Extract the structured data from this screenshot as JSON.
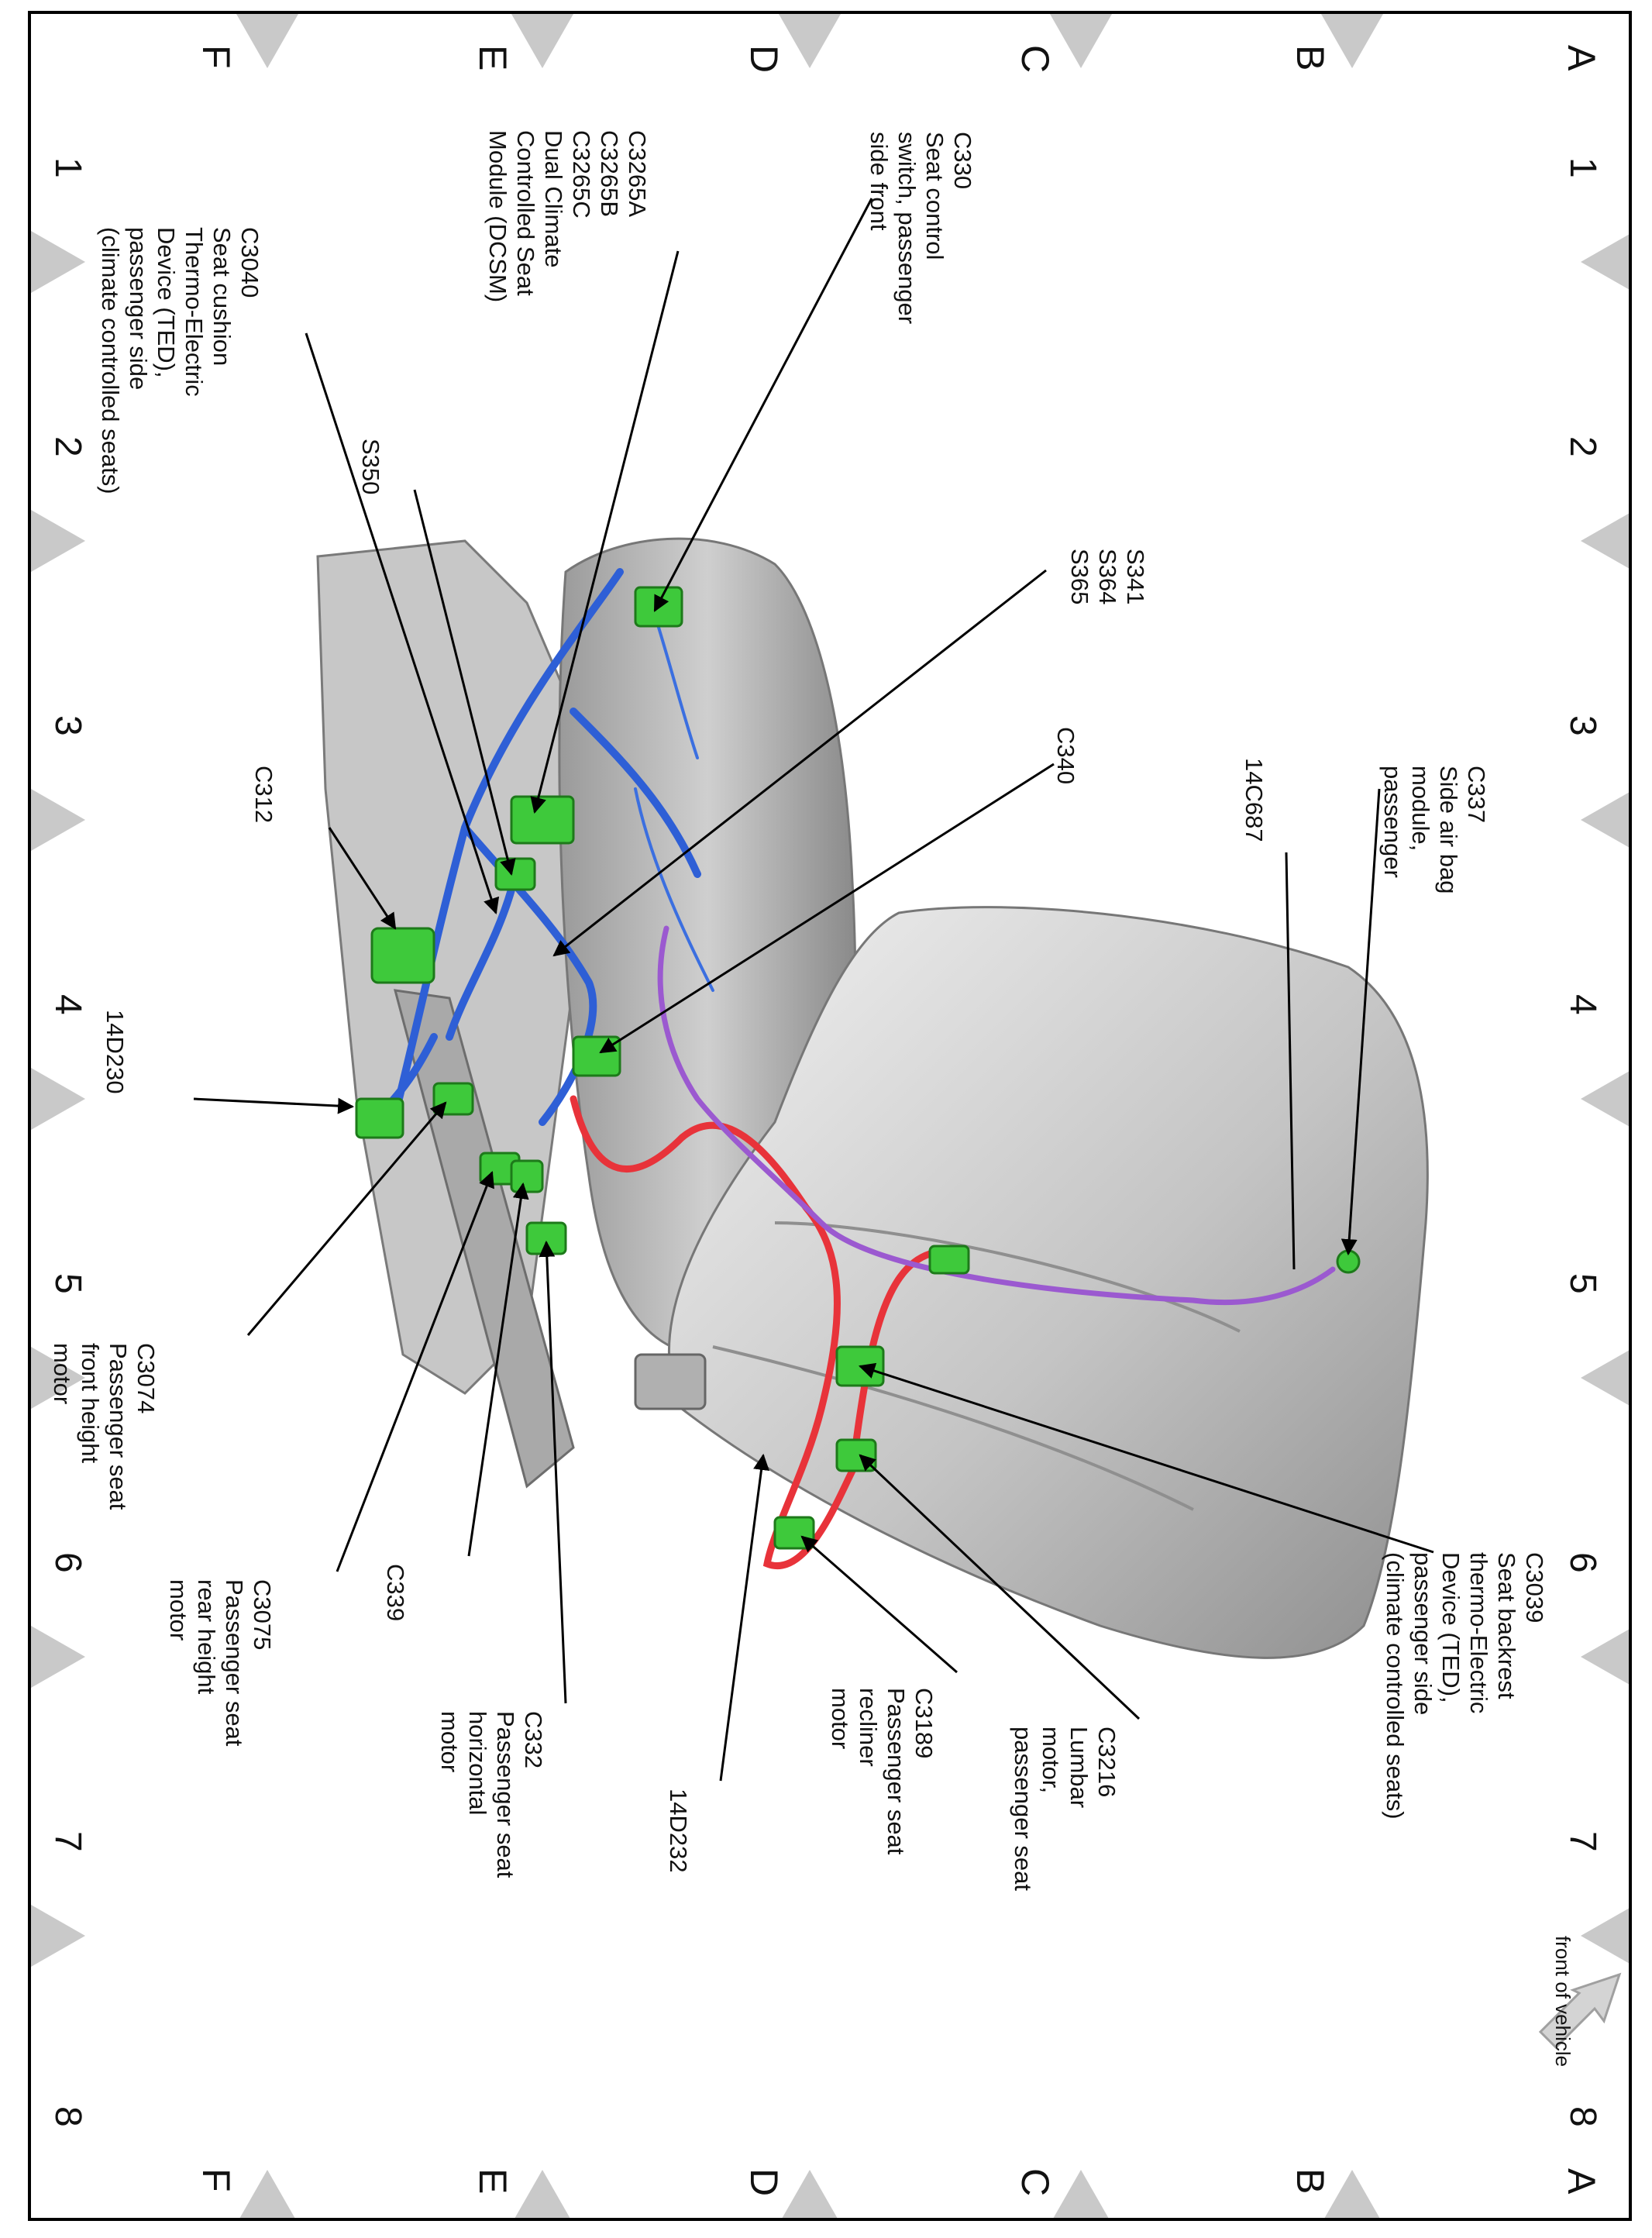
{
  "grid": {
    "rows": [
      "A",
      "B",
      "C",
      "D",
      "E",
      "F"
    ],
    "columns": [
      "1",
      "2",
      "3",
      "4",
      "5",
      "6",
      "7",
      "8"
    ]
  },
  "callouts": [
    {
      "id": "c3265",
      "lines": [
        "C3265A",
        "C3265B",
        "C3265C",
        "Dual Climate",
        "Controlled Seat",
        "Module (DCSM)"
      ]
    },
    {
      "id": "c330",
      "lines": [
        "C330",
        "Seat control",
        "switch, passenger",
        "side front"
      ]
    },
    {
      "id": "c3040",
      "lines": [
        "C3040",
        "Seat cushion",
        "Thermo-Electric",
        "Device (TED),",
        "passenger side",
        "(climate controlled seats)"
      ]
    },
    {
      "id": "s350",
      "lines": [
        "S350"
      ]
    },
    {
      "id": "s341",
      "lines": [
        "S341",
        "S364",
        "S365"
      ]
    },
    {
      "id": "c340",
      "lines": [
        "C340"
      ]
    },
    {
      "id": "c312",
      "lines": [
        "C312"
      ]
    },
    {
      "id": "c337",
      "lines": [
        "C337",
        "Side air bag",
        "module,",
        "passenger"
      ]
    },
    {
      "id": "14c687",
      "lines": [
        "14C687"
      ]
    },
    {
      "id": "14d230",
      "lines": [
        "14D230"
      ]
    },
    {
      "id": "c3074",
      "lines": [
        "C3074",
        "Passenger seat",
        "front height",
        "motor"
      ]
    },
    {
      "id": "c3075",
      "lines": [
        "C3075",
        "Passenger seat",
        "rear height",
        "motor"
      ]
    },
    {
      "id": "c339",
      "lines": [
        "C339"
      ]
    },
    {
      "id": "c332",
      "lines": [
        "C332",
        "Passenger seat",
        "horizontal",
        "motor"
      ]
    },
    {
      "id": "14d232",
      "lines": [
        "14D232"
      ]
    },
    {
      "id": "c3189",
      "lines": [
        "C3189",
        "Passenger seat",
        "recliner",
        "motor"
      ]
    },
    {
      "id": "c3216",
      "lines": [
        "C3216",
        "Lumbar",
        "motor,",
        "passenger seat"
      ]
    },
    {
      "id": "c3039",
      "lines": [
        "C3039",
        "Seat backrest",
        "thermo-Electric",
        "Device (TED),",
        "passenger side",
        "(climate controlled seats)"
      ]
    }
  ],
  "orientation_label": "front of vehicle",
  "colors": {
    "harness_blue": "#2e5fd6",
    "harness_red": "#e8333a",
    "harness_purple": "#9b59d0",
    "connector_green": "#3ec93b",
    "seat_gray": "#b9b9b9",
    "grid_marker_gray": "#c9c9c9"
  }
}
